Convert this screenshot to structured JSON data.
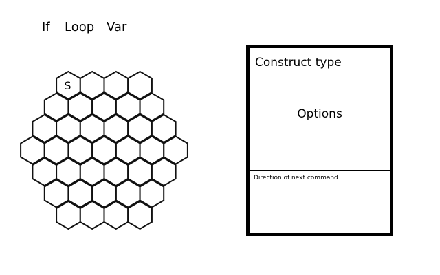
{
  "toolbar": {
    "items": [
      {
        "label": "If"
      },
      {
        "label": "Loop"
      },
      {
        "label": "Var"
      }
    ]
  },
  "board": {
    "rows": [
      4,
      5,
      6,
      7,
      6,
      5,
      4
    ],
    "start_label": "S",
    "start_cell": {
      "row": 0,
      "col": 0
    }
  },
  "panel": {
    "title": "Construct type",
    "options_label": "Options",
    "direction_label": "Direction of next command"
  }
}
